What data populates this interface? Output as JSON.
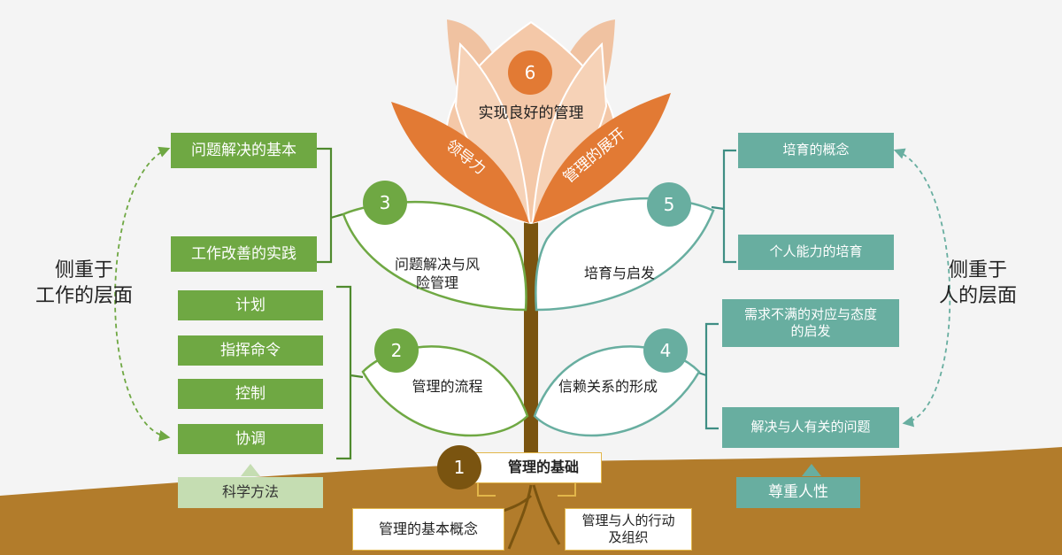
{
  "top": {
    "number": "6",
    "title": "实现良好的管理"
  },
  "petals": {
    "left": "领导力",
    "right": "管理的展开"
  },
  "left_side_label": [
    "侧重于",
    "工作的层面"
  ],
  "right_side_label": [
    "侧重于",
    "人的层面"
  ],
  "left_top_boxes": [
    "问题解决的基本",
    "工作改善的实践"
  ],
  "left_bottom_boxes": [
    "计划",
    "指挥命令",
    "控制",
    "协调"
  ],
  "left_base": "科学方法",
  "right_top_boxes": [
    "培育的概念",
    "个人能力的培育"
  ],
  "right_bottom_boxes": [
    "需求不满的对应与态度的启发",
    "解决与人有关的问题"
  ],
  "right_base": "尊重人性",
  "leaves": {
    "l3": {
      "number": "3",
      "text": "问题解决与风险管理"
    },
    "l2": {
      "number": "2",
      "text": "管理的流程"
    },
    "r5": {
      "number": "5",
      "text": "培育与启发"
    },
    "r4": {
      "number": "4",
      "text": "信赖关系的形成"
    }
  },
  "root": {
    "number": "1",
    "text": "管理的基础"
  },
  "ground_boxes": [
    "管理的基本概念",
    "管理与人的行动及组织"
  ],
  "colors": {
    "green": "#6fa843",
    "teal": "#68aea0",
    "orange": "#e27a34",
    "soil": "#b27c2b",
    "stem": "#7a5410"
  }
}
